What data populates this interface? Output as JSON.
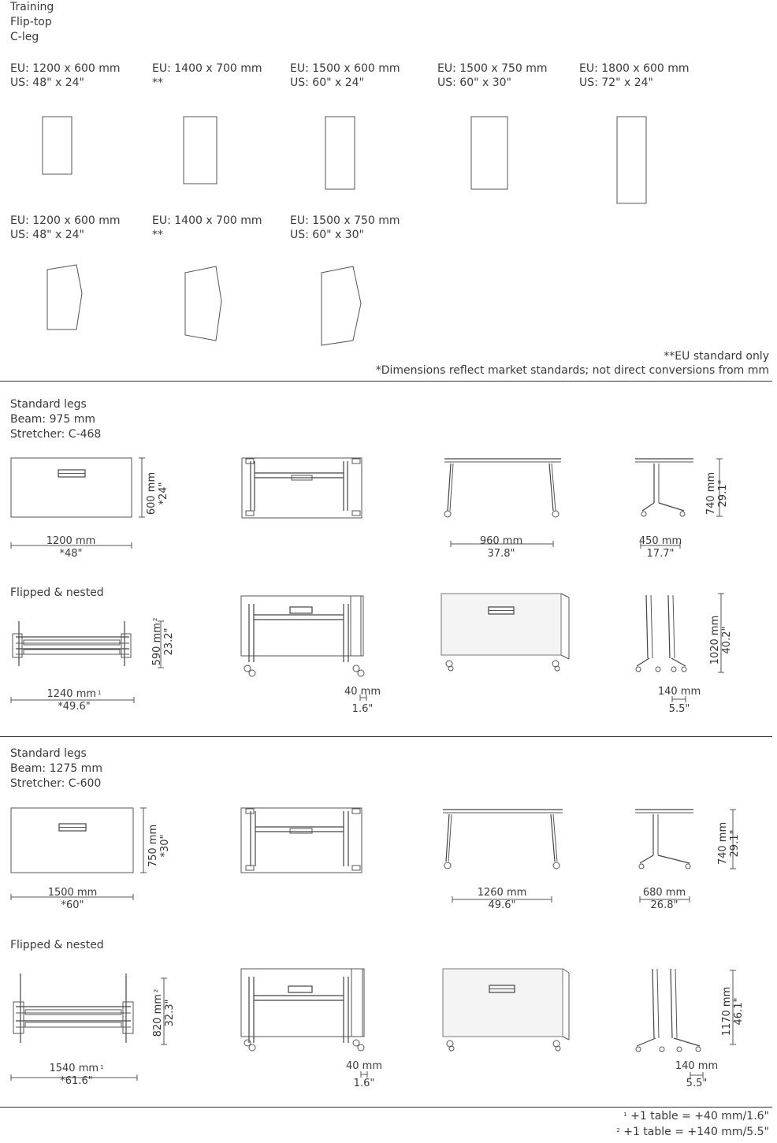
{
  "section1": {
    "title_lines": [
      "Training",
      "Flip-top",
      "C-leg"
    ],
    "row1": [
      {
        "eu": "EU: 1200 x 600 mm",
        "us": "US: 48\" x 24\""
      },
      {
        "eu": "EU: 1400 x 700 mm",
        "us": "**"
      },
      {
        "eu": "EU: 1500 x 600 mm",
        "us": "US: 60\" x 24\""
      },
      {
        "eu": "EU: 1500 x 750 mm",
        "us": "US: 60\" x 30\""
      },
      {
        "eu": "EU: 1800 x 600 mm",
        "us": "US: 72\" x 24\""
      }
    ],
    "row2": [
      {
        "eu": "EU: 1200 x 600 mm",
        "us": "US: 48\" x 24\""
      },
      {
        "eu": "EU: 1400 x 700 mm",
        "us": "**"
      },
      {
        "eu": "EU: 1500 x 750 mm",
        "us": "US: 60\" x 30\""
      }
    ],
    "note1": "**EU standard only",
    "note2": "*Dimensions reflect market standards; not direct conversions from mm"
  },
  "section2": {
    "title_lines": [
      "Standard legs",
      "Beam: 975 mm",
      "Stretcher: C-468"
    ],
    "top_width": "1200 mm",
    "top_width_us": "*48\"",
    "top_depth": "600 mm",
    "top_depth_us": "*24\"",
    "side_width": "960 mm",
    "side_width_us": "37.8\"",
    "end_width": "450 mm",
    "end_width_us": "17.7\"",
    "height": "740 mm",
    "height_us": "29.1\"",
    "flipped_label": "Flipped & nested",
    "f_width": "1240 mm",
    "f_width_us": "*49.6\"",
    "f_width_sup": "1",
    "f_depth": "590 mm",
    "f_depth_us": "23.2\"",
    "f_depth_sup": "2",
    "f_gap": "40 mm",
    "f_gap_us": "1.6\"",
    "f_end": "140 mm",
    "f_end_us": "5.5\"",
    "f_height": "1020 mm",
    "f_height_us": "40.2\""
  },
  "section3": {
    "title_lines": [
      "Standard legs",
      "Beam: 1275 mm",
      "Stretcher: C-600"
    ],
    "top_width": "1500 mm",
    "top_width_us": "*60\"",
    "top_depth": "750 mm",
    "top_depth_us": "*30\"",
    "side_width": "1260 mm",
    "side_width_us": "49.6\"",
    "end_width": "680 mm",
    "end_width_us": "26.8\"",
    "height": "740 mm",
    "height_us": "29.1\"",
    "flipped_label": "Flipped & nested",
    "f_width": "1540 mm",
    "f_width_us": "*61.6\"",
    "f_width_sup": "1",
    "f_depth": "820 mm",
    "f_depth_us": "32.3\"",
    "f_depth_sup": "2",
    "f_gap": "40 mm",
    "f_gap_us": "1.6\"",
    "f_end": "140 mm",
    "f_end_us": "5.5\"",
    "f_height": "1170 mm",
    "f_height_us": "46.1\""
  },
  "footnotes": {
    "n1_sup": "1",
    "n1": "+1 table = +40 mm/1.6\"",
    "n2_sup": "2",
    "n2": "+1 table = +140 mm/5.5\""
  }
}
